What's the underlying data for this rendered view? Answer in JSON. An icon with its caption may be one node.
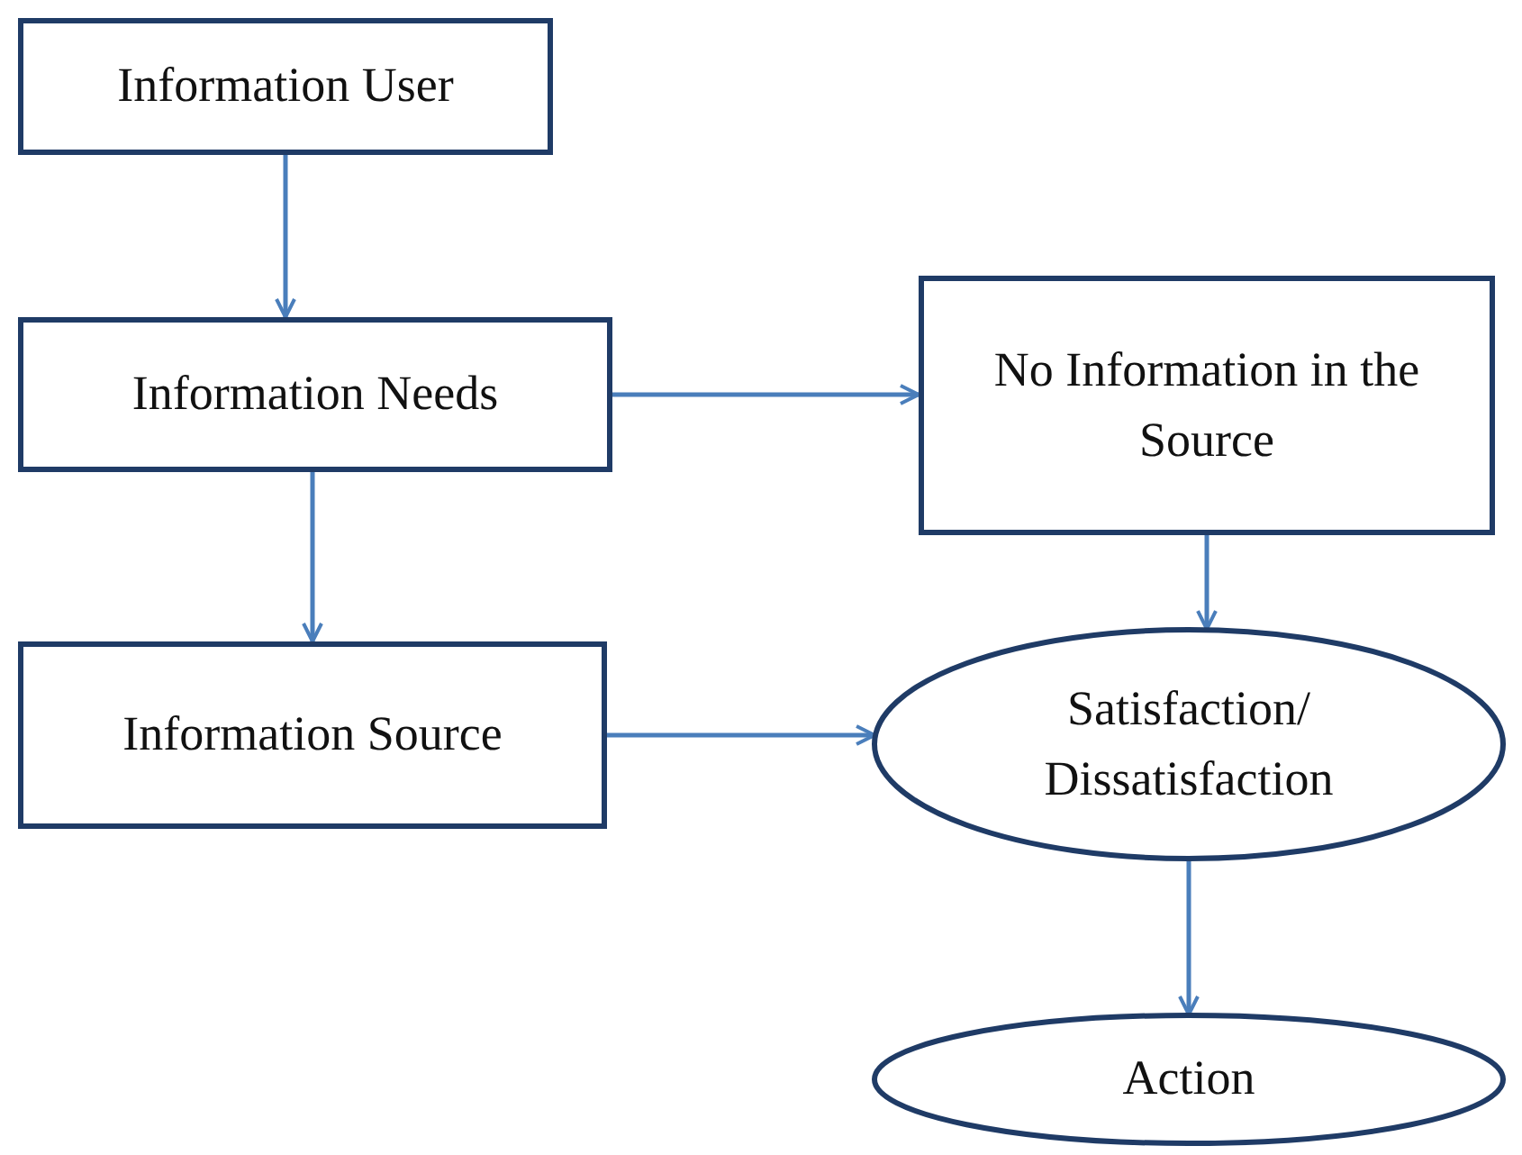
{
  "diagram": {
    "nodes": [
      {
        "text": [
          "Information User"
        ]
      },
      {
        "text": [
          "Information Needs"
        ]
      },
      {
        "text": [
          "No Information in the Source"
        ]
      },
      {
        "text": [
          "Information Source"
        ]
      },
      {
        "text": [
          "Satisfaction/ Dissatisfaction"
        ]
      },
      {
        "text": [
          "Action"
        ]
      }
    ],
    "edges": [
      {
        "from": 0,
        "to": 1,
        "arrow": "to"
      },
      {
        "from": 1,
        "to": 2,
        "arrow": "to"
      },
      {
        "from": 1,
        "to": 3,
        "arrow": "to"
      },
      {
        "from": 3,
        "to": 4,
        "arrow": "to"
      },
      {
        "from": 2,
        "to": 4,
        "arrow": "to"
      },
      {
        "from": 4,
        "to": 5,
        "arrow": "to"
      }
    ]
  }
}
